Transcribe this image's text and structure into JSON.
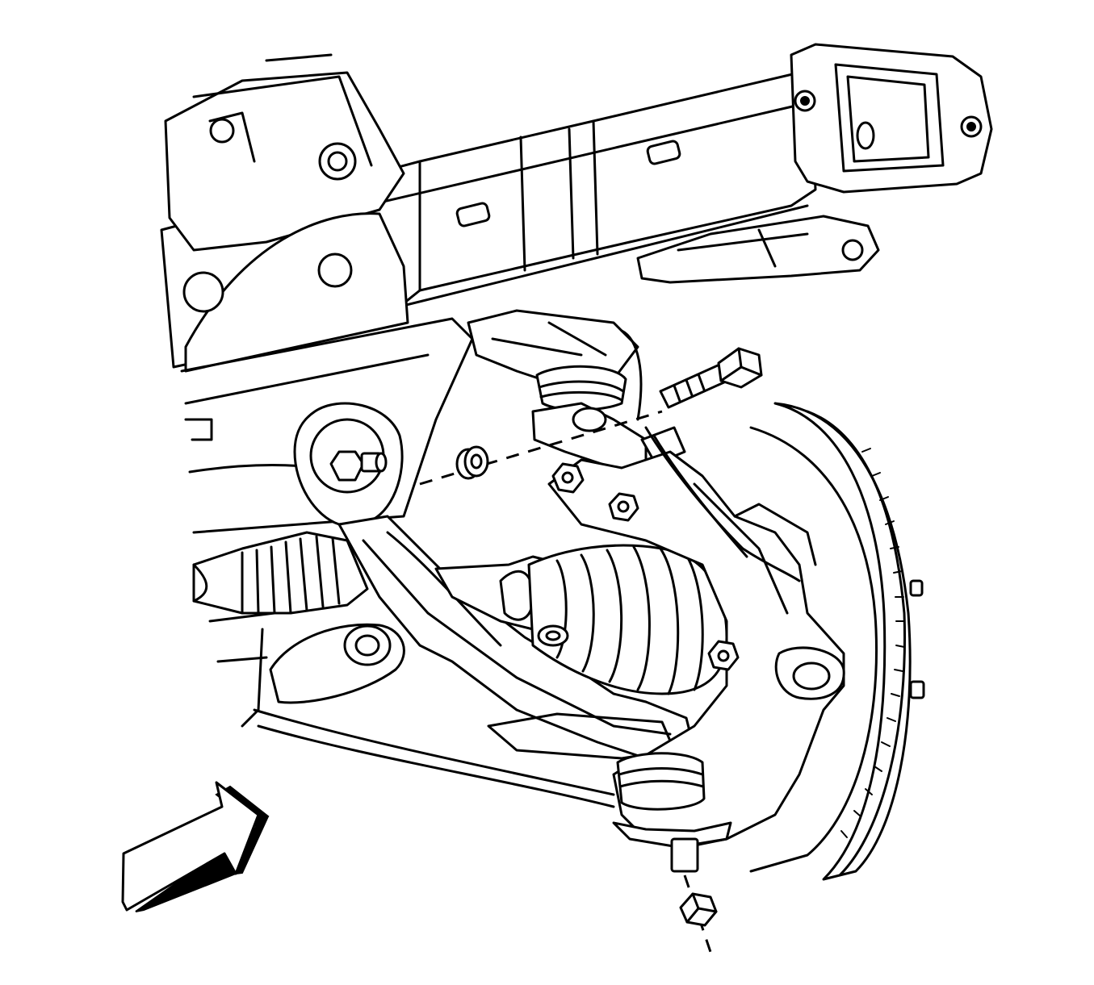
{
  "figure": {
    "type": "line-art technical illustration",
    "colors": {
      "line": "#000000",
      "background": "#ffffff"
    },
    "parts": [
      {
        "id": "frame-crossmember"
      },
      {
        "id": "upper-control-arm"
      },
      {
        "id": "stabilizer-link-bolt"
      },
      {
        "id": "stabilizer-link-nut"
      },
      {
        "id": "drive-axle-boot"
      },
      {
        "id": "lower-control-arm"
      },
      {
        "id": "steering-knuckle"
      },
      {
        "id": "brake-rotor"
      },
      {
        "id": "lower-ball-joint-nut"
      },
      {
        "id": "direction-arrow"
      }
    ]
  }
}
